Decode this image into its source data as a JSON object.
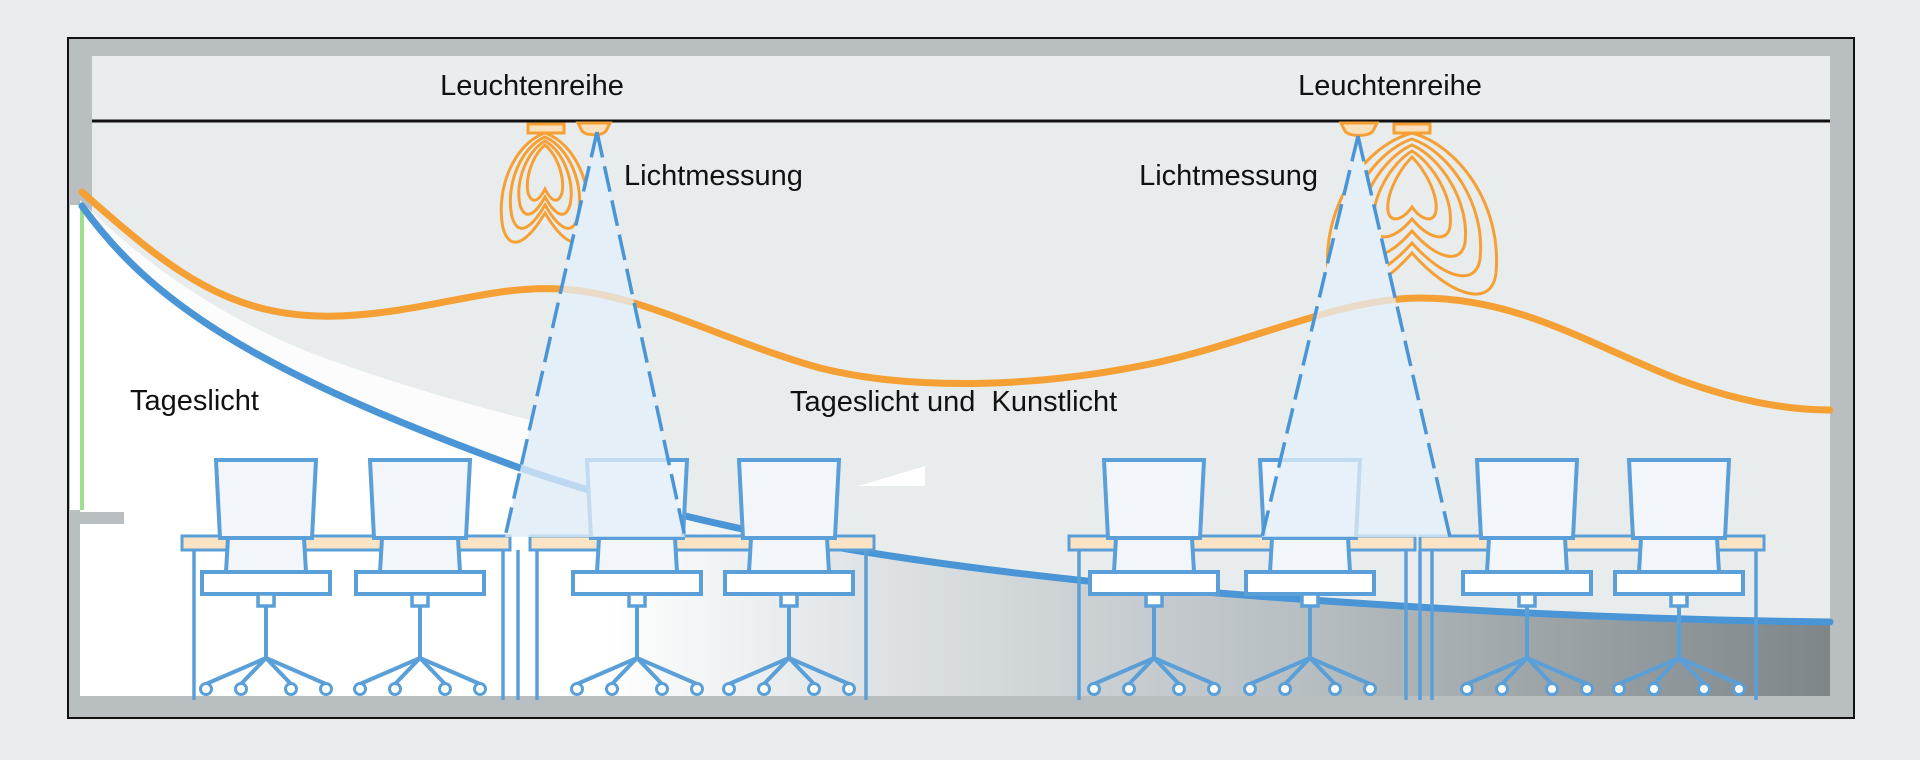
{
  "labels": {
    "row_left": "Leuchtenreihe",
    "row_right": "Leuchtenreihe",
    "measure_left": "Lichtmessung",
    "measure_right": "Lichtmessung",
    "daylight": "Tageslicht",
    "combined": "Tageslicht und  Kunstlicht"
  },
  "colors": {
    "background": "#e8ecec",
    "frame": "#b9bfc0",
    "room": "#e9ecec",
    "ceiling": "#e9edf0",
    "daylight_curve": "#4a95d6",
    "combined_curve": "#f5a035",
    "luminaire": "#f5a035",
    "cone_fill": "#e4eff8",
    "furniture": "#5a9fd8",
    "desk_top": "#fbe3c6",
    "window": "#9ee08e"
  },
  "icons": [
    "luminaire-icon",
    "light-distribution-icon",
    "light-sensor-icon",
    "office-chair-icon",
    "desk-icon",
    "window-icon"
  ]
}
